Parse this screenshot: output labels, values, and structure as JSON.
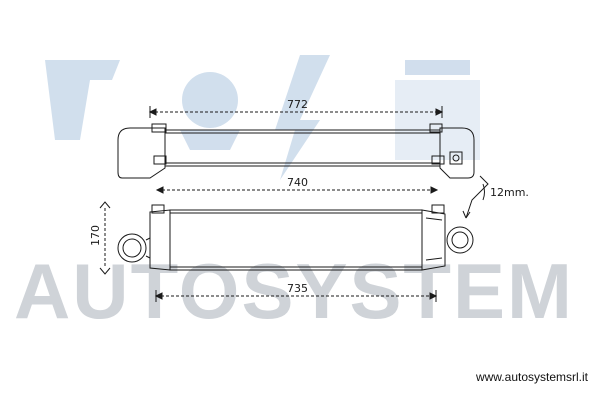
{
  "watermark": {
    "text": "AUTOSYSTEM",
    "color": "#cfd3d8",
    "logo_color": "#c9d9ea"
  },
  "dimensions": {
    "top_width": "772",
    "mid_width": "740",
    "bottom_width": "735",
    "height": "170",
    "thickness": "12mm."
  },
  "footer": {
    "url": "www.autosystemsrl.it"
  },
  "colors": {
    "line": "#1a1a1a"
  }
}
